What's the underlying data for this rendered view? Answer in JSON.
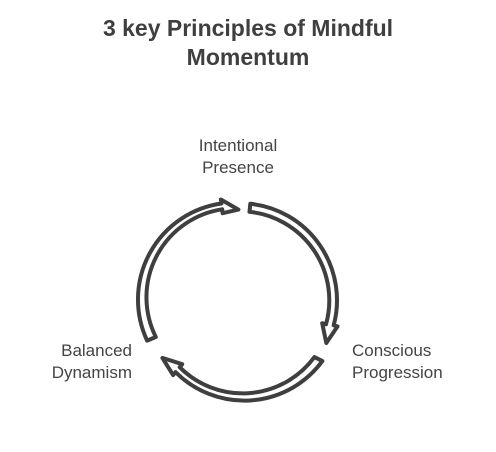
{
  "title": {
    "line1": "3 key Principles of Mindful",
    "line2": "Momentum"
  },
  "nodes": [
    {
      "id": "intentional-presence",
      "line1": "Intentional",
      "line2": "Presence"
    },
    {
      "id": "conscious-progression",
      "line1": "Conscious",
      "line2": "Progression"
    },
    {
      "id": "balanced-dynamism",
      "line1": "Balanced",
      "line2": "Dynamism"
    }
  ],
  "colors": {
    "arrow_stroke": "#3f3f3f",
    "arrow_fill": "#ffffff",
    "text": "#444444",
    "title": "#3f3f3f"
  }
}
